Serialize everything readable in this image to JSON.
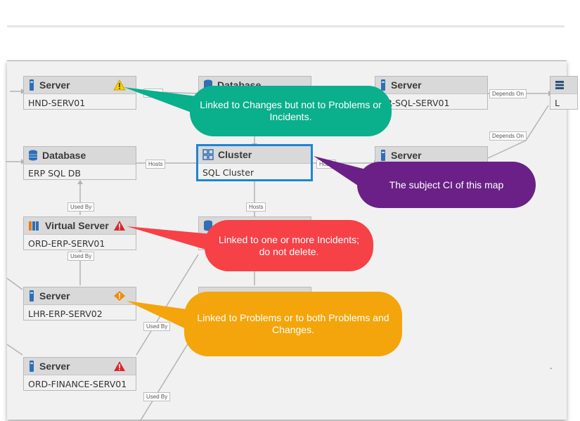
{
  "nodes": {
    "hnd": {
      "type": "Server",
      "name": "HND-SERV01"
    },
    "db_top": {
      "type": "Database",
      "name": ""
    },
    "lhr_sql": {
      "type": "Server",
      "name": "HR-SQL-SERV01"
    },
    "far_right": {
      "type": "",
      "name": "L"
    },
    "erp_db": {
      "type": "Database",
      "name": "ERP SQL DB"
    },
    "cluster": {
      "type": "Cluster",
      "name": "SQL Cluster"
    },
    "server_right2": {
      "type": "Server",
      "name": ""
    },
    "ord_erp": {
      "type": "Virtual Server",
      "name": "ORD-ERP-SERV01"
    },
    "lhr_erp": {
      "type": "Server",
      "name": "LHR-ERP-SERV02"
    },
    "ord_fin": {
      "type": "Server",
      "name": "ORD-FINANCE-SERV01"
    }
  },
  "edge_labels": {
    "hosts1": "Hosts",
    "hosts2": "Hosts",
    "hosts3": "Hosts",
    "hosts4": "Hosts",
    "depends1": "Depends On",
    "depends2": "Depends On",
    "usedby1": "Used By",
    "usedby2": "Used By",
    "usedby3": "Used By",
    "usedby4": "Used By"
  },
  "callouts": {
    "teal": "Linked to Changes but not to Problems or Incidents.",
    "purple": "The subject CI of this map",
    "red": "Linked to one or more Incidents; do not delete.",
    "orange": "Linked to Problems or to both Problems and Changes."
  },
  "colors": {
    "teal": "#0aaf8c",
    "purple": "#6a2086",
    "red": "#f64147",
    "orange": "#f4a50c",
    "subject_border": "#1c86d4"
  },
  "misc": {
    "dash": "-"
  }
}
